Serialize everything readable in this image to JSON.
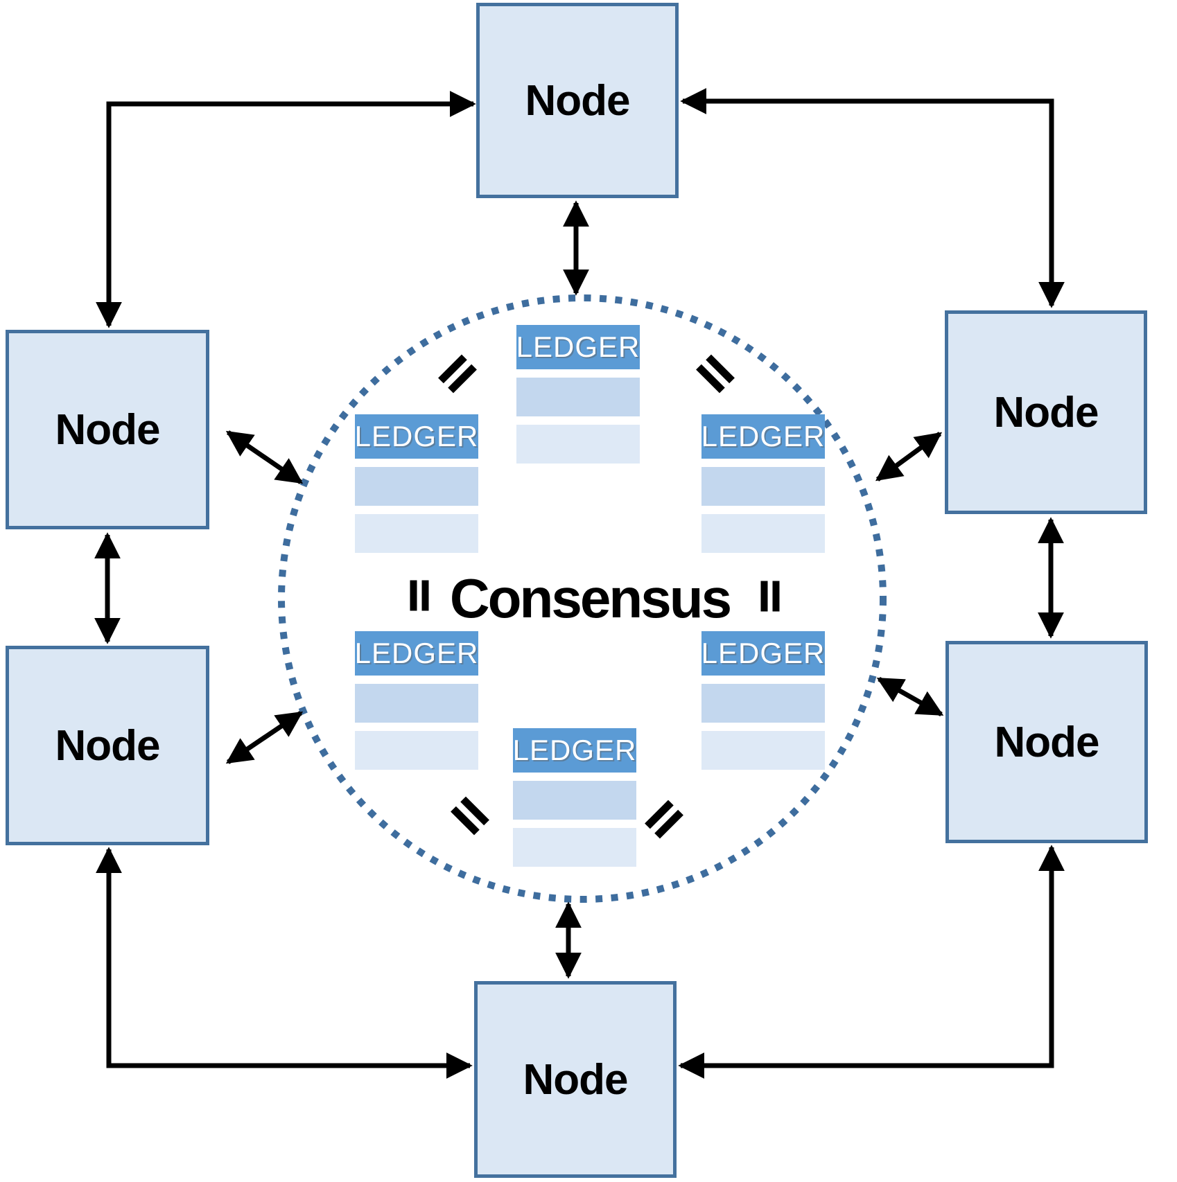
{
  "diagram": {
    "type": "blockchain-consensus-network",
    "center_label": "Consensus"
  },
  "nodes": [
    {
      "id": "top",
      "label": "Node"
    },
    {
      "id": "left-upper",
      "label": "Node"
    },
    {
      "id": "left-lower",
      "label": "Node"
    },
    {
      "id": "right-upper",
      "label": "Node"
    },
    {
      "id": "right-lower",
      "label": "Node"
    },
    {
      "id": "bottom",
      "label": "Node"
    }
  ],
  "ledgers": [
    {
      "id": "top",
      "label": "LEDGER"
    },
    {
      "id": "upper-left",
      "label": "LEDGER"
    },
    {
      "id": "upper-right",
      "label": "LEDGER"
    },
    {
      "id": "lower-left",
      "label": "LEDGER"
    },
    {
      "id": "lower-right",
      "label": "LEDGER"
    },
    {
      "id": "bottom",
      "label": "LEDGER"
    }
  ],
  "icons": {
    "equals_sign_count": 6,
    "equals_sign_glyph": "=",
    "connector_style": "double-headed-arrows",
    "boundary": "dotted-circle"
  },
  "colors": {
    "node_fill": "#dbe7f4",
    "node_border": "#44719e",
    "ledger_header": "#5b9bd5",
    "ledger_row_mid": "#c3d7ee",
    "ledger_row_light": "#dee9f6",
    "dotted_circle": "#3e6d9e",
    "arrow": "#000000",
    "ledger_text": "#ffffff"
  }
}
